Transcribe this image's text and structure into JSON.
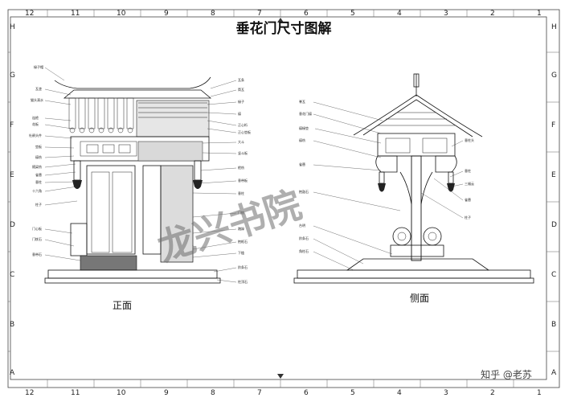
{
  "title": "垂花门尺寸图解",
  "front_view_label": "正面",
  "side_view_label": "侧面",
  "watermark": "知乎 @老苏",
  "stamp_text": "龙兴书院",
  "grid": {
    "columns": [
      "12",
      "11",
      "10",
      "9",
      "8",
      "7",
      "6",
      "5",
      "4",
      "3",
      "2",
      "1"
    ],
    "rows": [
      "H",
      "G",
      "F",
      "E",
      "D",
      "C",
      "B",
      "A"
    ]
  },
  "front_callouts_left": [
    "椽子帽",
    "瓦垄",
    "猫头滴水",
    "连檐",
    "花板",
    "杜鹃头件",
    "垫板",
    "檩枋",
    "随梁枋",
    "雀替",
    "垂柱",
    "十六角",
    "柱子",
    "门心板",
    "门枕石",
    "垂带石"
  ],
  "front_callouts_right": [
    "瓦条",
    "筒瓦",
    "椽子",
    "檩",
    "正心桁",
    "正心垫板",
    "大斗",
    "竖斗板",
    "檐枋",
    "垂带板",
    "垂柱",
    "门枕",
    "踏跺",
    "抱框石",
    "下槛",
    "阶条石",
    "柱顶石"
  ],
  "side_callouts_left": [
    "脊瓦",
    "垂花门檩",
    "檩椽垫",
    "檩枋",
    "雀替",
    "抱鼓石",
    "台明",
    "阶条石",
    "角柱石"
  ],
  "side_callouts_right": [
    "垂柱",
    "三福云",
    "雀替",
    "垂柱头",
    "柱子"
  ]
}
